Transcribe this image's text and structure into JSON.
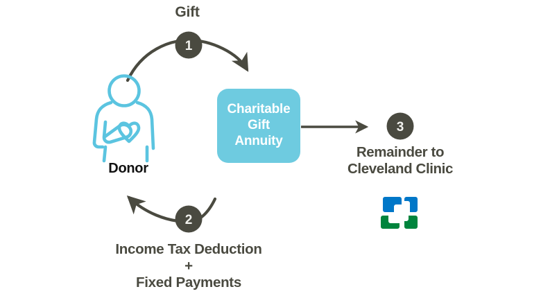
{
  "diagram": {
    "title_implicit": "Charitable Gift Annuity flow diagram",
    "background_color": "#ffffff",
    "accent_dark": "#4a4a40",
    "accent_blue": "#6ecbe0",
    "logo_blue": "#0077c8",
    "logo_green": "#00843d"
  },
  "labels": {
    "gift": "Gift",
    "donor": "Donor",
    "central_box": "Charitable\nGift\nAnnuity",
    "remainder": "Remainder to\nCleveland Clinic",
    "benefits": "Income Tax Deduction\n+\nFixed Payments"
  },
  "steps": [
    {
      "number": "1",
      "label": "Gift",
      "from": "Donor",
      "to": "Charitable Gift Annuity"
    },
    {
      "number": "2",
      "label": "Income Tax Deduction + Fixed Payments",
      "from": "Charitable Gift Annuity",
      "to": "Donor"
    },
    {
      "number": "3",
      "label": "Remainder to Cleveland Clinic",
      "from": "Charitable Gift Annuity",
      "to": "Cleveland Clinic"
    }
  ],
  "icons": {
    "donor": "person-with-heart-icon",
    "logo": "cleveland-clinic-logo"
  }
}
